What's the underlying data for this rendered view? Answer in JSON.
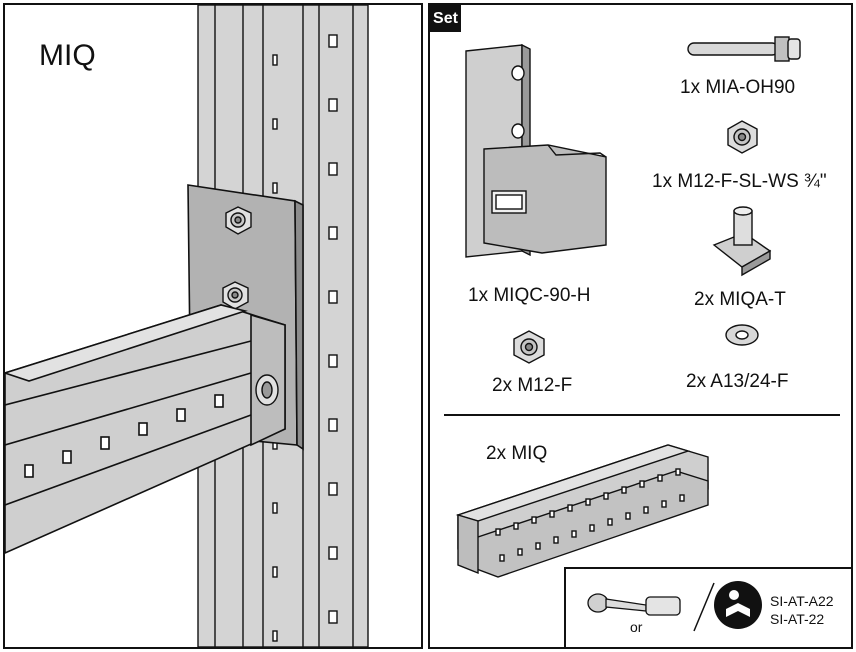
{
  "left_panel": {
    "title": "MIQ"
  },
  "right_panel": {
    "set_label": "Set",
    "parts": {
      "miqc": "1x MIQC-90-H",
      "mia": "1x MIA-OH90",
      "m12_sl": "1x M12-F-SL-WS ¾\"",
      "miqa": "2x MIQA-T",
      "m12f": "2x M12-F",
      "a13": "2x A13/24-F",
      "miq": "2x MIQ"
    },
    "tools": {
      "or_label": "or",
      "ref_1": "SI-AT-A22",
      "ref_2": "SI-AT-22"
    }
  },
  "colors": {
    "metal": "#d4d4d4",
    "metal_dark": "#a9a9a9",
    "plate": "#b2b2b2",
    "outline": "#111111"
  }
}
